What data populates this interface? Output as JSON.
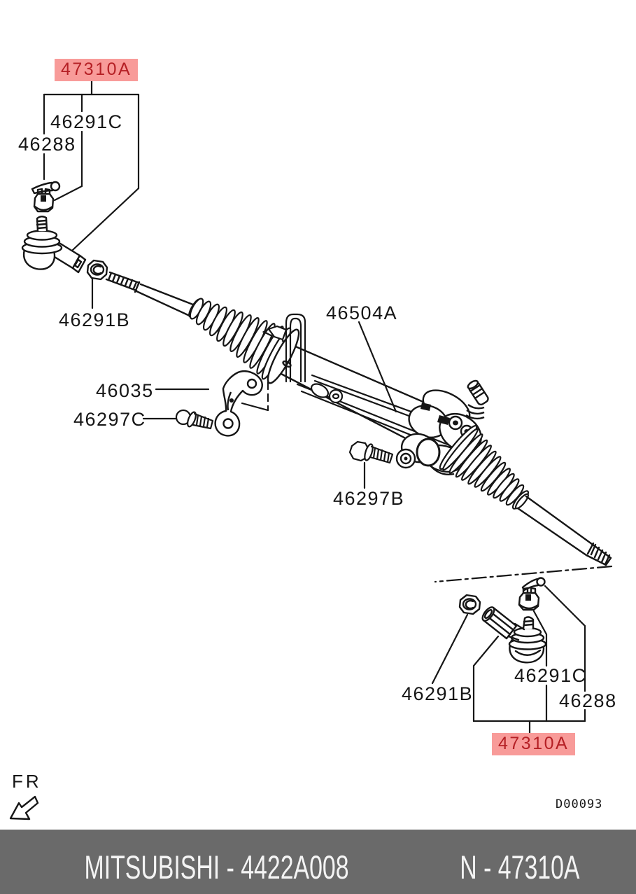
{
  "diagram": {
    "title_part_highlight": "47310A",
    "labels": {
      "top_assembly": "47310A",
      "top_castle_nut": "46291C",
      "top_cotter_pin": "46288",
      "left_lock_nut": "46291B",
      "clamp": "46035",
      "clamp_bolt": "46297C",
      "gear_assembly": "46504A",
      "mounting_bolt": "46297B",
      "bottom_lock_nut": "46291B",
      "bottom_castle_nut": "46291C",
      "bottom_cotter_pin": "46288",
      "bottom_assembly": "47310A"
    },
    "corner": {
      "direction_label": "FR",
      "drawing_code": "D00093"
    },
    "colors": {
      "highlight_bg": "#f89b99",
      "highlight_text": "#b52025",
      "line": "#161616",
      "footer_bg": "#6a6a6a"
    }
  },
  "footer": {
    "brand": "MITSUBISHI",
    "part_number": "4422A008",
    "ref_label": "N",
    "ref_number": "47310A",
    "brand_part_text": "MITSUBISHI - 4422A008",
    "ref_text": "N - 47310A"
  }
}
